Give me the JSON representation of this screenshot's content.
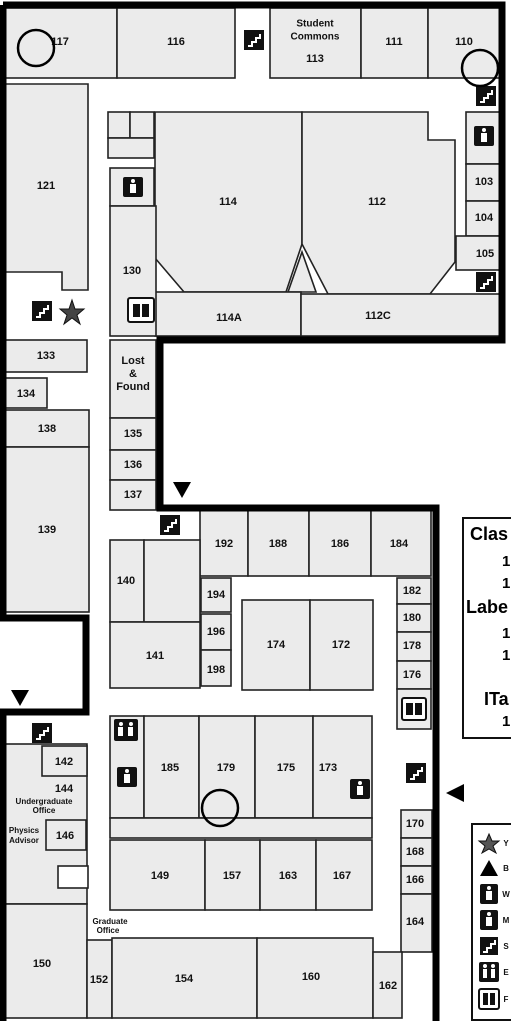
{
  "rooms": {
    "r117": "117",
    "r116": "116",
    "r113_name": "Student",
    "r113_name2": "Commons",
    "r113": "113",
    "r111": "111",
    "r110": "110",
    "r121": "121",
    "r114": "114",
    "r112": "112",
    "r103": "103",
    "r104": "104",
    "r105": "105",
    "r130": "130",
    "r114a": "114A",
    "r112c": "112C",
    "r133": "133",
    "lost1": "Lost",
    "lost2": "&",
    "lost3": "Found",
    "r134": "134",
    "r138": "138",
    "r135": "135",
    "r136": "136",
    "r137": "137",
    "r139": "139",
    "r192": "192",
    "r188": "188",
    "r186": "186",
    "r184": "184",
    "r140": "140",
    "r194": "194",
    "r182": "182",
    "r180": "180",
    "r196": "196",
    "r174": "174",
    "r172": "172",
    "r178": "178",
    "r141": "141",
    "r198": "198",
    "r176": "176",
    "r142": "142",
    "r144": "144",
    "ug1": "Undergraduate",
    "ug2": "Office",
    "pa1": "Physics",
    "pa2": "Advisor",
    "r146": "146",
    "r185": "185",
    "r179": "179",
    "r175": "175",
    "r173": "173",
    "r170": "170",
    "r168": "168",
    "r166": "166",
    "r149": "149",
    "r157": "157",
    "r163": "163",
    "r167": "167",
    "r164": "164",
    "go1": "Graduate",
    "go2": "Office",
    "r150": "150",
    "r152": "152",
    "r154": "154",
    "r160": "160",
    "r162": "162"
  },
  "legend_panel": {
    "line1": "Clas",
    "line2": "1",
    "line3": "1",
    "line4": "Labe",
    "line5": "1",
    "line6": "1",
    "line7": "ITa",
    "line8": "1"
  },
  "key_panel": {
    "star_letter": "Y",
    "triangle_letter": "B",
    "women_letter": "W",
    "men_letter": "M",
    "stairs_letter": "S",
    "elevator_letter": "E",
    "other_letter": "F"
  }
}
